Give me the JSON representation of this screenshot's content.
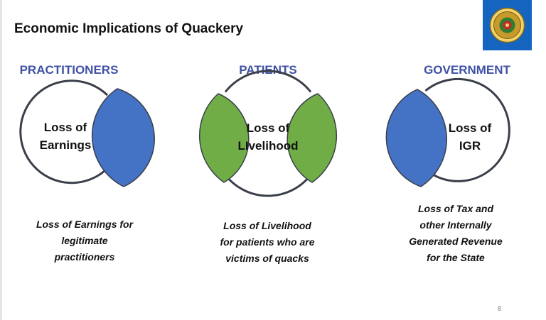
{
  "slide": {
    "title": "Economic Implications of Quackery",
    "page_number": "8",
    "columns": [
      {
        "heading": "PRACTITIONERS",
        "circle_label_lines": [
          "Loss of",
          "Earnings"
        ],
        "description_lines": [
          "Loss of Earnings for",
          "legitimate",
          "practitioners"
        ]
      },
      {
        "heading": "PATIENTS",
        "circle_label_lines": [
          "Loss of",
          "LIvelihood"
        ],
        "description_lines": [
          "Loss of Livelihood",
          "for patients who are",
          "victims of quacks"
        ]
      },
      {
        "heading": "GOVERNMENT",
        "circle_label_lines": [
          "Loss of",
          "IGR"
        ],
        "description_lines": [
          "Loss of Tax and",
          "other Internally",
          "Generated Revenue",
          "for the State"
        ]
      }
    ]
  },
  "colors": {
    "heading_blue": "#3f51a3",
    "lens_blue": "#4472c4",
    "lens_green": "#70ad47",
    "circle_stroke": "#3a3f4a",
    "logo_background": "#1565c0"
  },
  "icons": {
    "logo": "state-seal-logo"
  }
}
